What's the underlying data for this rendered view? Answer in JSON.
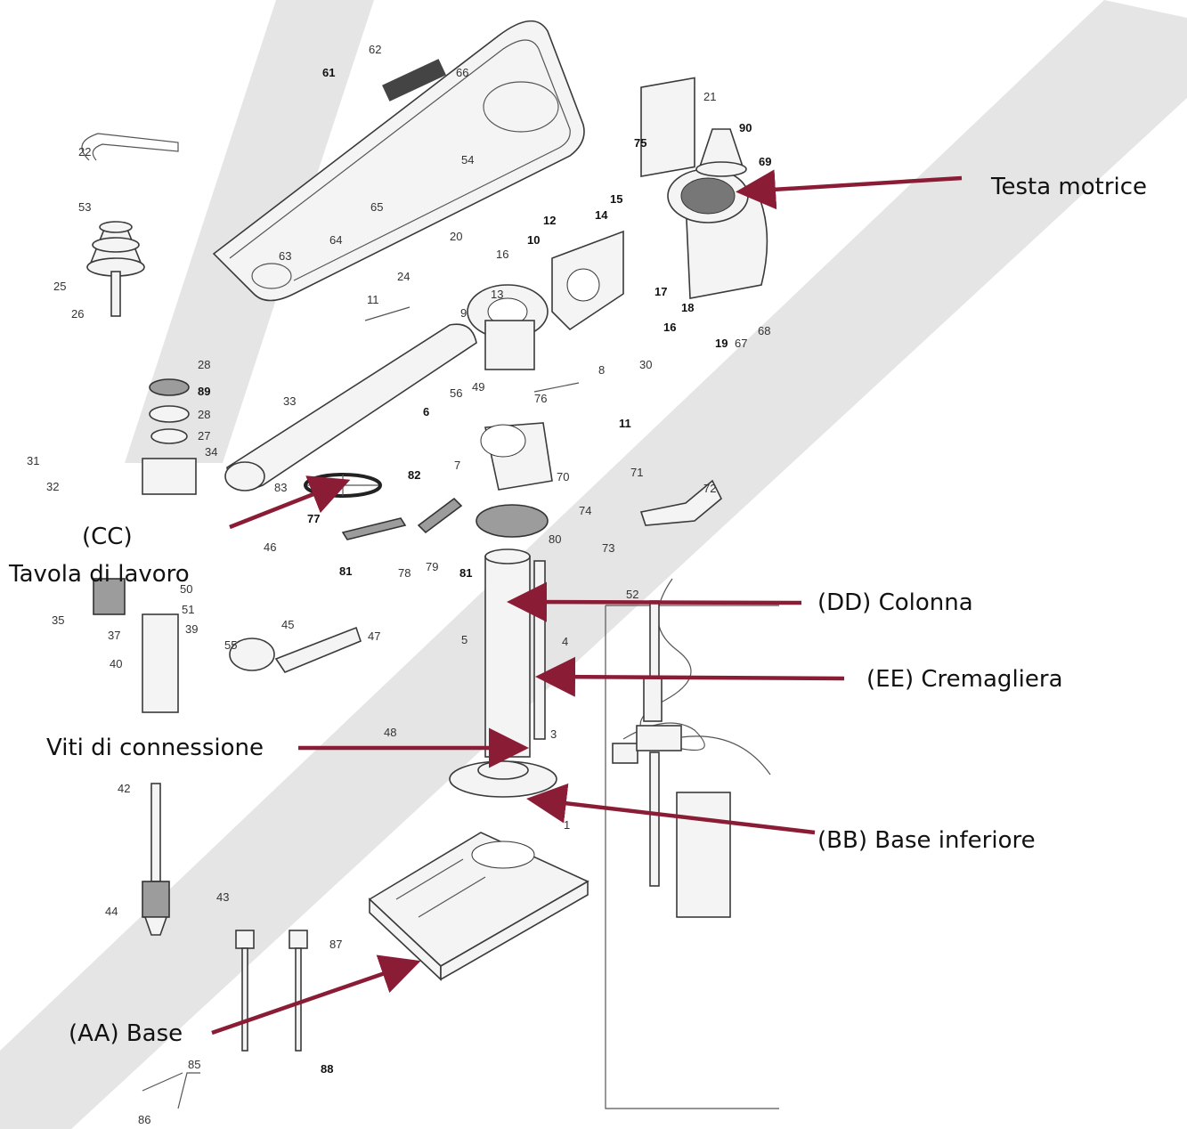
{
  "labels": {
    "testa_motrice": "Testa motrice",
    "tavola_code": "(CC)",
    "tavola_name": "Tavola di lavoro",
    "colonna": "(DD) Colonna",
    "cremagliera": "(EE) Cremagliera",
    "viti": "Viti di connessione",
    "base_inferiore": "(BB) Base inferiore",
    "base": "(AA) Base"
  },
  "part_numbers": [
    "62",
    "61",
    "66",
    "21",
    "90",
    "69",
    "22",
    "75",
    "54",
    "15",
    "53",
    "14",
    "12",
    "10",
    "16",
    "65",
    "20",
    "64",
    "63",
    "25",
    "24",
    "17",
    "18",
    "26",
    "11",
    "9",
    "13",
    "16",
    "19",
    "67",
    "68",
    "28",
    "89",
    "56",
    "49",
    "8",
    "30",
    "28",
    "33",
    "76",
    "27",
    "6",
    "11",
    "34",
    "31",
    "32",
    "7",
    "70",
    "71",
    "72",
    "83",
    "82",
    "74",
    "77",
    "80",
    "73",
    "81",
    "78",
    "79",
    "81",
    "46",
    "50",
    "51",
    "35",
    "37",
    "39",
    "45",
    "47",
    "40",
    "55",
    "52",
    "5",
    "4",
    "48",
    "3",
    "42",
    "1",
    "43",
    "44",
    "87",
    "85",
    "88",
    "86"
  ],
  "colors": {
    "arrow": "#8b1c35",
    "watermark": "#c8c8c8"
  }
}
